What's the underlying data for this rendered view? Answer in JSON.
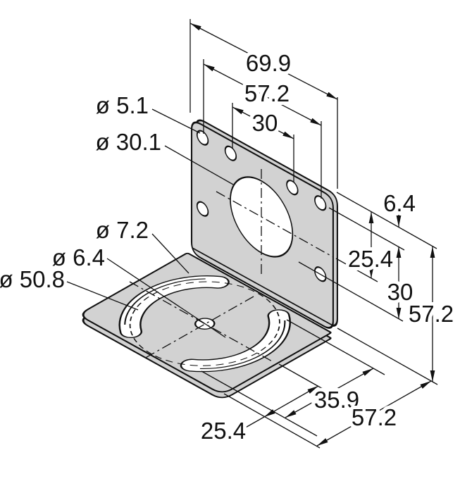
{
  "drawing": {
    "background": "#ffffff",
    "colors": {
      "metal_face": "#d2d2d2",
      "line": "#111111"
    },
    "labels": {
      "dia_small_hole": "ø 5.1",
      "dia_center_bore": "ø 30.1",
      "dia_slot_width": "ø 7.2",
      "dia_base_center_hole": "ø 6.4",
      "dia_slot_circle": "ø 50.8",
      "top_overall_width": "69.9",
      "top_outer_hole_span": "57.2",
      "top_inner_hole_span": "30",
      "right_top_hole_offset": "6.4",
      "right_bore_offset": "25.4",
      "right_side_hole_span": "30",
      "right_overall_height": "57.2",
      "bottom_center_offset": "25.4",
      "bottom_slot_offset": "35.9",
      "bottom_overall_depth": "57.2"
    }
  }
}
